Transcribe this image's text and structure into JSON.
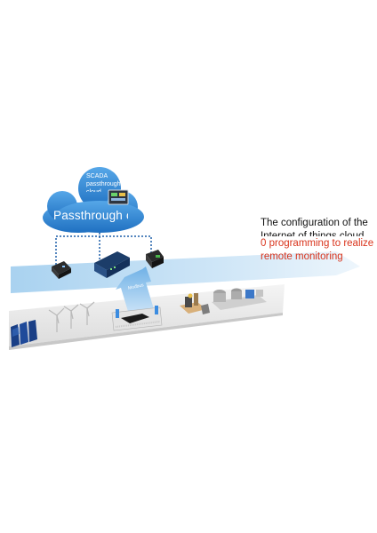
{
  "diagram": {
    "cloud": {
      "title": "SCADA passthrough cloud",
      "label": "Passthrough cloud"
    },
    "arrow_label": "Modbus",
    "caption": {
      "line1": "The configuration of the",
      "line2": "Internet of things cloud",
      "line3": "0 programming to realize",
      "line4": "remote monitoring"
    },
    "colors": {
      "cloud": "#2f86d6",
      "band": "#bcdcf3",
      "dotted_link": "#1d5fa8",
      "caption_accent": "#d9341c",
      "field_platform": "#e9e9e9"
    },
    "devices": [
      "gateway-device",
      "rack-server-device",
      "dtu-module-device"
    ],
    "field_scenes": [
      "solar-panels",
      "wind-turbines",
      "electric-vehicle-charging",
      "industrial-plant",
      "chemical-factory"
    ]
  }
}
